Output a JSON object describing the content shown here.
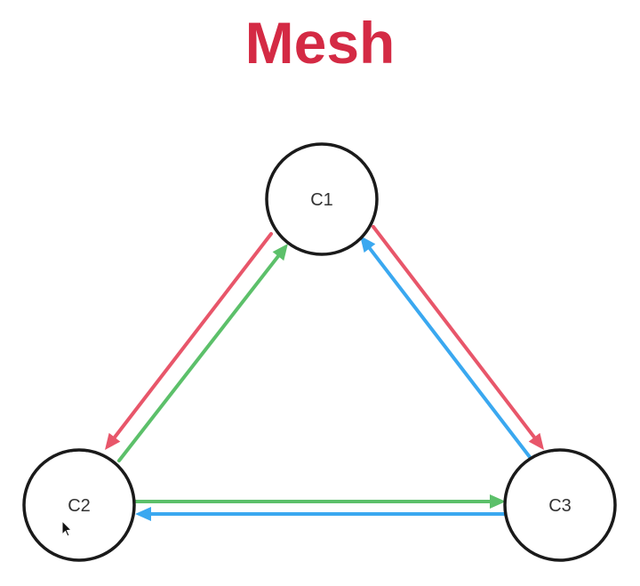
{
  "title": "Mesh",
  "colors": {
    "title": "#d42a44",
    "red": "#e8566a",
    "green": "#5cc06a",
    "blue": "#3aa8f0",
    "node_stroke": "#1a1a1a",
    "pointer": "#111111"
  },
  "nodes": [
    {
      "id": "c1",
      "label": "C1"
    },
    {
      "id": "c2",
      "label": "C2"
    },
    {
      "id": "c3",
      "label": "C3"
    }
  ],
  "edges": [
    {
      "from": "c1",
      "to": "c2",
      "color": "red"
    },
    {
      "from": "c2",
      "to": "c1",
      "color": "green"
    },
    {
      "from": "c1",
      "to": "c3",
      "color": "red"
    },
    {
      "from": "c3",
      "to": "c1",
      "color": "blue"
    },
    {
      "from": "c2",
      "to": "c3",
      "color": "green"
    },
    {
      "from": "c3",
      "to": "c2",
      "color": "blue"
    }
  ],
  "cursor_icon": "arrow-pointer-icon"
}
